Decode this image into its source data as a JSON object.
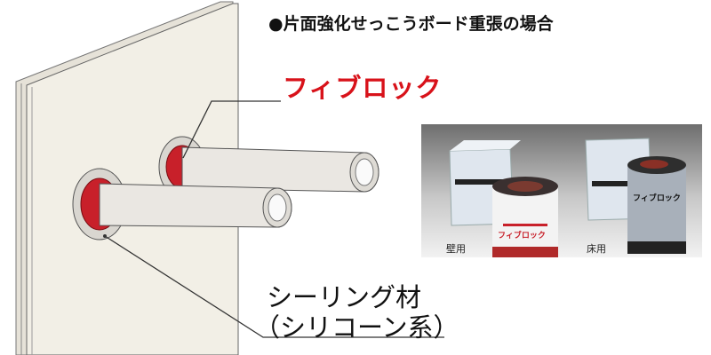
{
  "diagram": {
    "title": "●片面強化せっこうボード重張の場合",
    "product_label": "フィブロック",
    "sealant_label_line1": "シーリング材",
    "sealant_label_line2": "（シリコーン系）",
    "colors": {
      "product_label": "#d8121a",
      "firestop_ring": "#c8202a",
      "wall": "#f2efe6"
    }
  },
  "photo": {
    "left_caption": "壁用",
    "right_caption": "床用",
    "tape_brand": "フィブロック"
  }
}
